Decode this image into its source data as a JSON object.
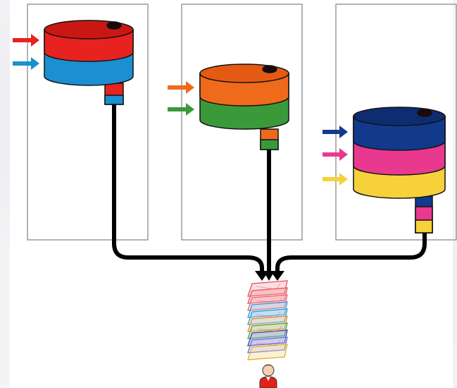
{
  "diagram": {
    "sources": [
      {
        "name": "source-red-blue",
        "layers": [
          "#e8221e",
          "#1b8fcf"
        ]
      },
      {
        "name": "source-orange-green",
        "layers": [
          "#f06a1c",
          "#3a9a3a"
        ]
      },
      {
        "name": "source-navy-pink-yellow",
        "layers": [
          "#123a8c",
          "#e8398e",
          "#f6d13a"
        ]
      }
    ],
    "stack_layer_colors": [
      "#f7a1a8",
      "#f58e8e",
      "#f4a0a8",
      "#8ec7ea",
      "#92cfe8",
      "#f8c38b",
      "#9fd18a",
      "#8b8fd9",
      "#b7b7f0",
      "#f4d88a"
    ],
    "pipe_color": "#000000",
    "border_color": "#9a9a9a",
    "person_shirt": "#e0221b"
  }
}
